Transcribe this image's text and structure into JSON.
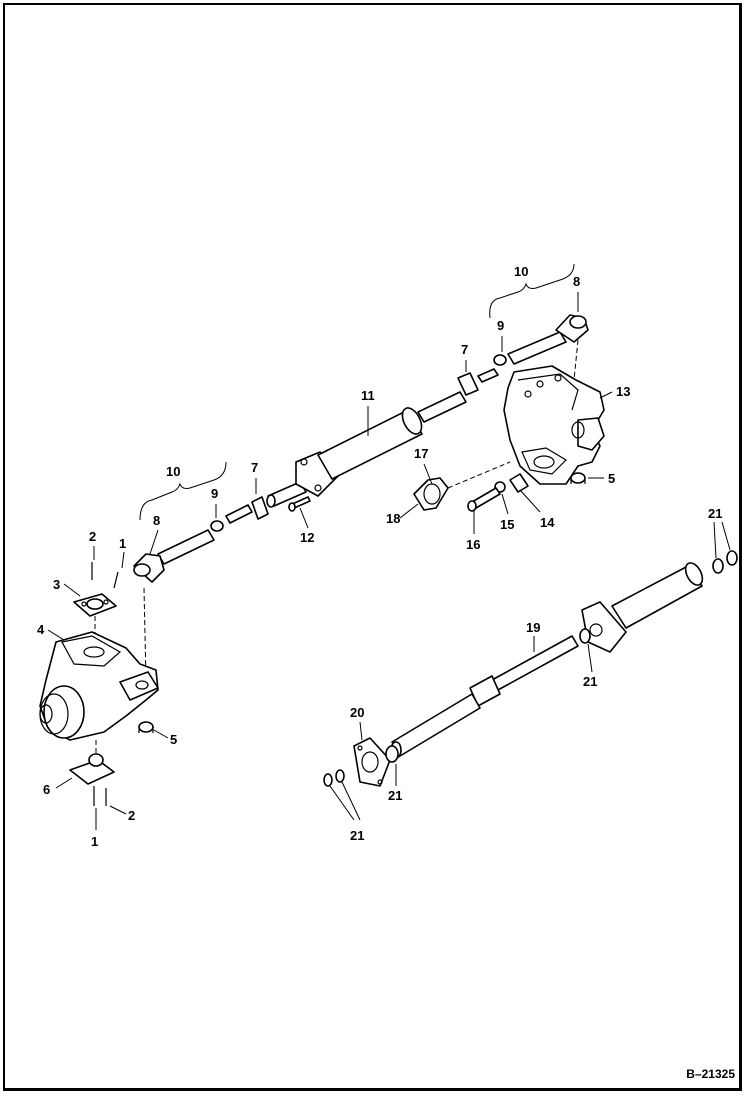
{
  "figure_id": "B–21325",
  "callouts": {
    "c1a": "1",
    "c1b": "1",
    "c2a": "2",
    "c2b": "2",
    "c3": "3",
    "c4": "4",
    "c5a": "5",
    "c5b": "5",
    "c6": "6",
    "c7a": "7",
    "c7b": "7",
    "c8a": "8",
    "c8b": "8",
    "c9a": "9",
    "c9b": "9",
    "c10a": "10",
    "c10b": "10",
    "c11": "11",
    "c12": "12",
    "c13": "13",
    "c14": "14",
    "c15": "15",
    "c16": "16",
    "c17": "17",
    "c18": "18",
    "c19": "19",
    "c20": "20",
    "c21a": "21",
    "c21b": "21",
    "c21c": "21",
    "c21d": "21"
  },
  "icons": {
    "tie_rod_end": "tie-rod-end-icon",
    "steering_knuckle": "steering-knuckle-icon",
    "steering_cylinder": "steering-cylinder-icon"
  }
}
